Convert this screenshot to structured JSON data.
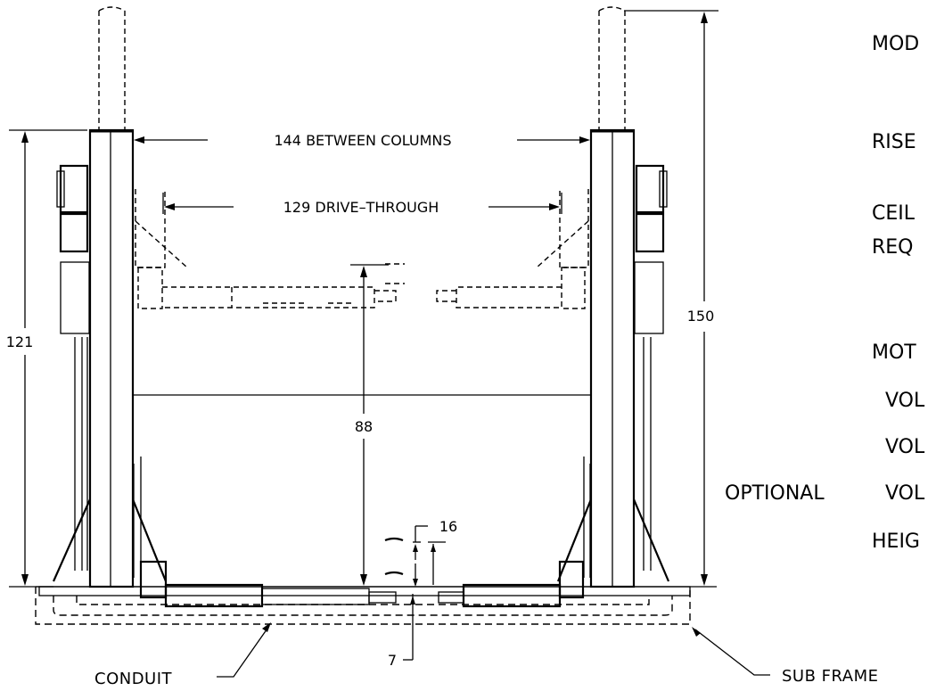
{
  "dimensions": {
    "between_columns": "144 BETWEEN COLUMNS",
    "drive_through": "129 DRIVE–THROUGH",
    "column_height": "121",
    "max_height": "150",
    "rise": "88",
    "low_pad": "16",
    "subframe_depth": "7"
  },
  "callouts": {
    "conduit": "CONDUIT",
    "sub_frame": "SUB FRAME"
  },
  "spec_labels": {
    "model": "MOD",
    "rise": "RISE",
    "ceiling_1": "CEIL",
    "ceiling_2": "REQ",
    "motor": "MOT",
    "voltage_1": "VOL",
    "voltage_2": "VOL",
    "optional_voltage_prefix": "OPTIONAL",
    "optional_voltage": "VOL",
    "height": "HEIG"
  }
}
